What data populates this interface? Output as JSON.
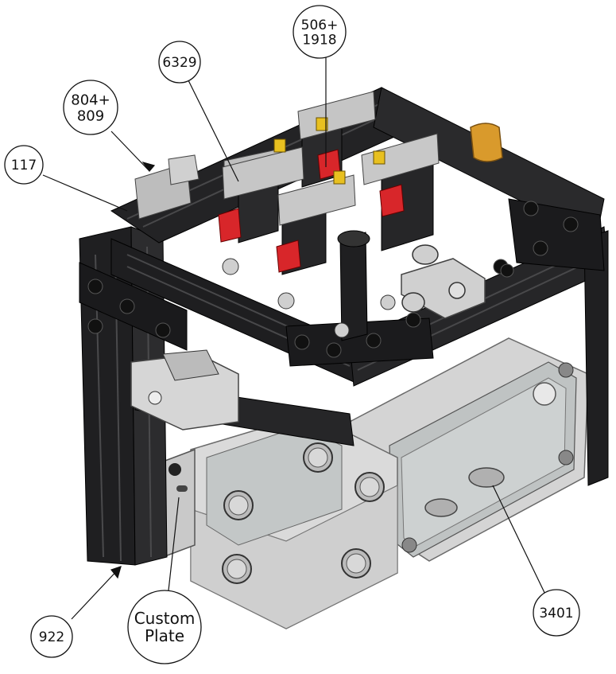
{
  "callouts": [
    {
      "id": "c117",
      "lines": [
        "117"
      ]
    },
    {
      "id": "c804",
      "lines": [
        "804+",
        "809"
      ]
    },
    {
      "id": "c6329",
      "lines": [
        "6329"
      ]
    },
    {
      "id": "c506",
      "lines": [
        "506+",
        "1918"
      ]
    },
    {
      "id": "c922",
      "lines": [
        "922"
      ]
    },
    {
      "id": "ccustom",
      "lines": [
        "Custom",
        "Plate"
      ]
    },
    {
      "id": "c3401",
      "lines": [
        "3401"
      ]
    }
  ],
  "colors": {
    "frame": "#1c1c1e",
    "frame_highlight": "#3a3a3c",
    "enclosure": "#d6d6d6",
    "enclosure_glass": "#c4c8c8",
    "metal": "#c8c8c8",
    "red_part": "#d8262a",
    "yellow_part": "#e8c020",
    "orange_knob": "#d89a2c",
    "balloon_stroke": "#111111",
    "leader": "#111111"
  }
}
